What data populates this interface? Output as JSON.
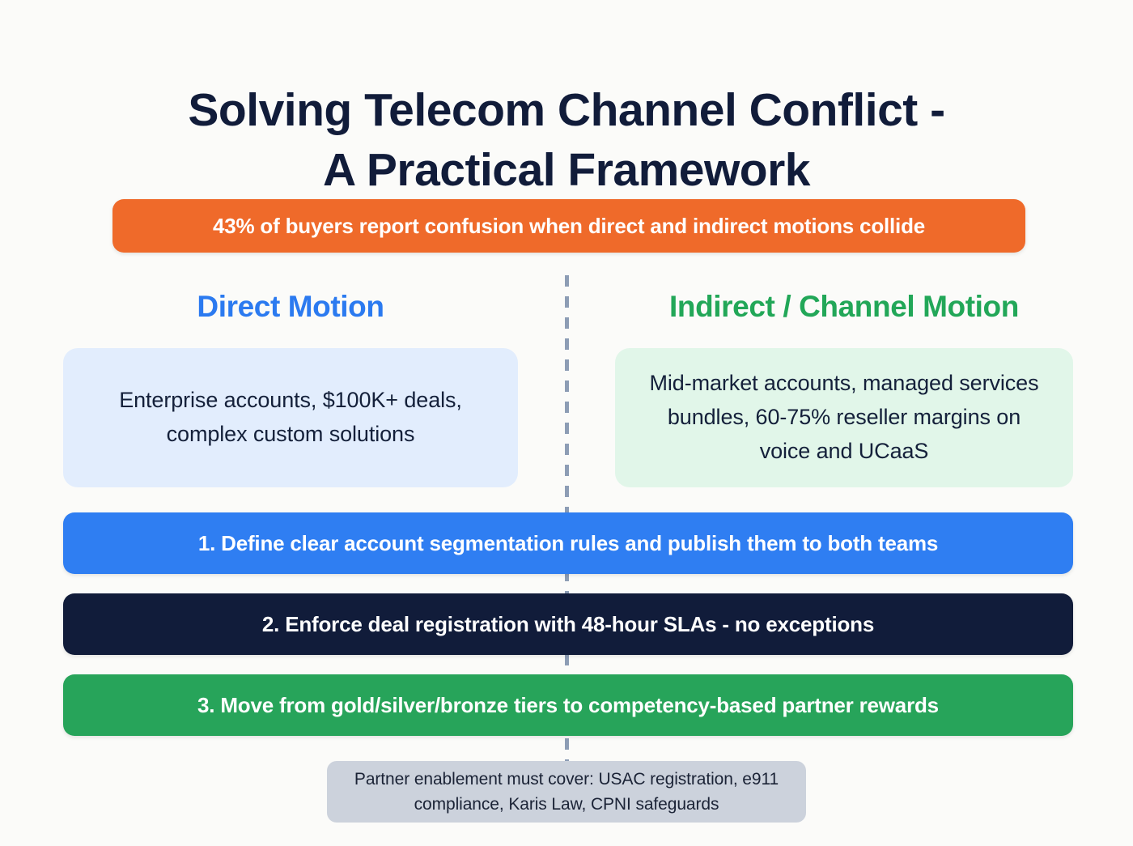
{
  "page": {
    "background_color": "#fbfbf9",
    "title": "Solving Telecom Channel Conflict -\nA Practical Framework",
    "title_color": "#111c3a"
  },
  "stat_banner": {
    "text": "43% of buyers report confusion when direct and indirect motions collide",
    "background_color": "#ef6a2a",
    "text_color": "#ffffff",
    "stat_value": "43%"
  },
  "divider": {
    "style": "dashed-vertical",
    "color": "#8d9db5"
  },
  "columns": [
    {
      "heading": "Direct Motion",
      "heading_color": "#2b7af0",
      "card_text": "Enterprise accounts, $100K+ deals, complex custom solutions",
      "card_background": "#e2edfd",
      "card_text_color": "#14203a"
    },
    {
      "heading": "Indirect / Channel Motion",
      "heading_color": "#22a758",
      "card_text": "Mid-market accounts, managed services bundles, 60-75% reseller margins on voice and UCaaS",
      "card_background": "#e1f6e9",
      "card_text_color": "#14203a"
    }
  ],
  "action_steps": [
    {
      "text": "1. Define clear account segmentation rules and publish them to both teams",
      "background_color": "#2f7ef2",
      "text_color": "#ffffff",
      "number": "1"
    },
    {
      "text": "2. Enforce deal registration with 48-hour SLAs - no exceptions",
      "background_color": "#111c3a",
      "text_color": "#ffffff",
      "number": "2"
    },
    {
      "text": "3. Move from gold/silver/bronze tiers to competency-based partner rewards",
      "background_color": "#27a45a",
      "text_color": "#ffffff",
      "number": "3"
    }
  ],
  "footnote": {
    "text": "Partner enablement must cover: USAC registration, e911 compliance, Karis Law, CPNI safeguards",
    "background_color": "#ccd2dc",
    "text_color": "#1b2336"
  }
}
